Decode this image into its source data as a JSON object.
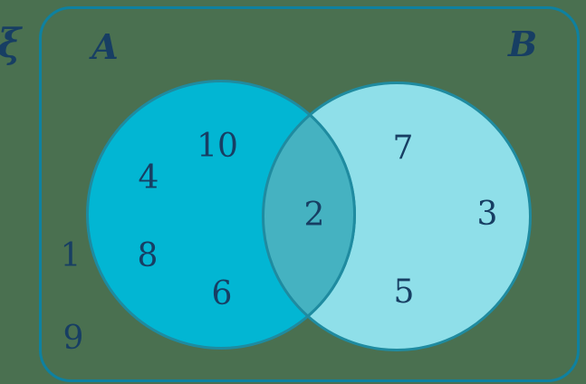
{
  "universal_set": {
    "symbol": "ξ"
  },
  "sets": {
    "a_label": "A",
    "b_label": "B"
  },
  "regions": {
    "a_only": [
      "10",
      "4",
      "8",
      "6"
    ],
    "intersection": [
      "2"
    ],
    "b_only": [
      "7",
      "3",
      "5"
    ],
    "outside": [
      "1",
      "9"
    ]
  },
  "colors": {
    "background": "#4a7050",
    "circle_a_fill": "#02b6d3",
    "circle_b_fill": "#8fdfe9",
    "intersection_fill": "#45b2c1",
    "circle_stroke": "#1f8ba0",
    "frame_stroke": "#0e81a0",
    "text": "#173e63"
  }
}
